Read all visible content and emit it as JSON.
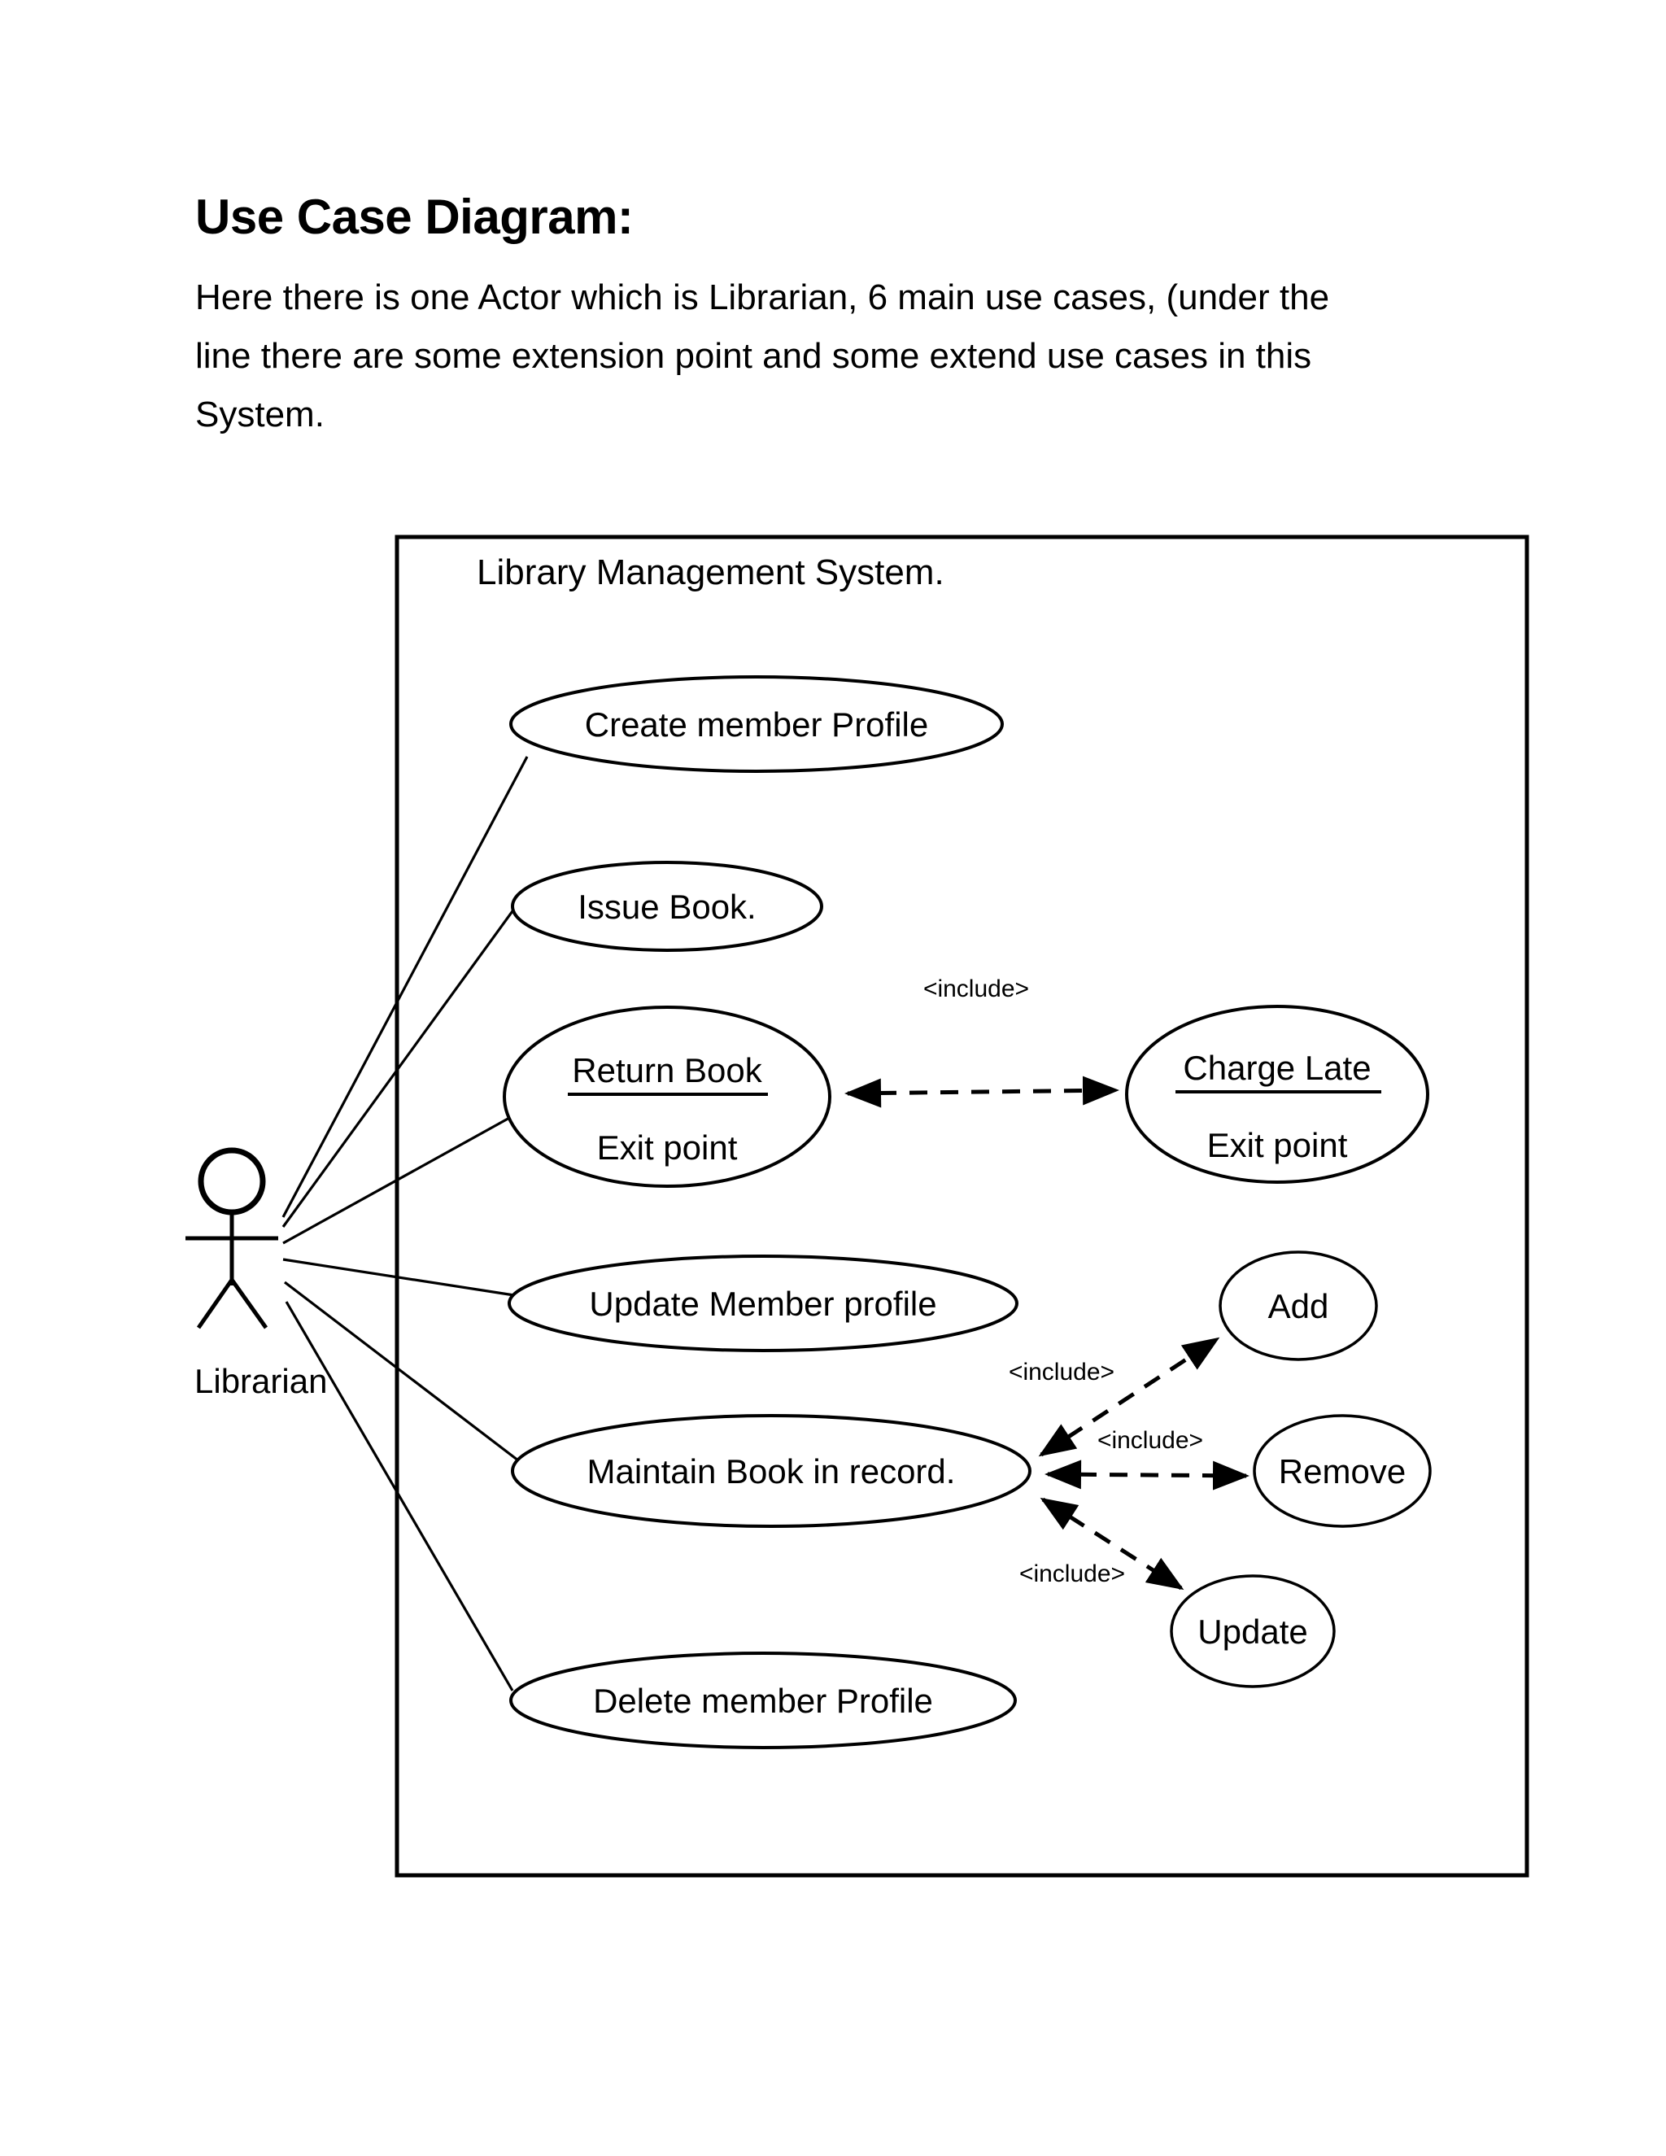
{
  "document": {
    "title": "Use Case Diagram:",
    "description_lines": [
      "Here there is one Actor which is Librarian, 6 main use cases, (under the",
      "line there are some extension point and some extend use cases in this",
      "System."
    ]
  },
  "diagram": {
    "type": "uml-use-case",
    "system_boundary_label": "Library Management System.",
    "actors": [
      {
        "id": "librarian",
        "label": "Librarian"
      }
    ],
    "use_cases": [
      {
        "id": "create-member-profile",
        "label": "Create member Profile",
        "kind": "main"
      },
      {
        "id": "issue-book",
        "label": "Issue Book.",
        "kind": "main"
      },
      {
        "id": "return-book",
        "label": "Return Book",
        "extension_point": "Exit point",
        "kind": "main"
      },
      {
        "id": "charge-late",
        "label": "Charge Late",
        "extension_point": "Exit point",
        "kind": "extend"
      },
      {
        "id": "update-member-profile",
        "label": "Update Member profile",
        "kind": "main"
      },
      {
        "id": "maintain-book-in-record",
        "label": "Maintain Book in record.",
        "kind": "main"
      },
      {
        "id": "delete-member-profile",
        "label": "Delete member Profile",
        "kind": "main"
      },
      {
        "id": "add",
        "label": "Add",
        "kind": "extend"
      },
      {
        "id": "remove",
        "label": "Remove",
        "kind": "extend"
      },
      {
        "id": "update",
        "label": "Update",
        "kind": "extend"
      }
    ],
    "relationships": [
      {
        "id": "rel-return-charge",
        "from": "return-book",
        "to": "charge-late",
        "label": "<include>",
        "style": "dashed",
        "arrows": "both"
      },
      {
        "id": "rel-maintain-add",
        "from": "maintain-book-in-record",
        "to": "add",
        "label": "<include>",
        "style": "dashed",
        "arrows": "both"
      },
      {
        "id": "rel-maintain-remove",
        "from": "maintain-book-in-record",
        "to": "remove",
        "label": "<include>",
        "style": "dashed",
        "arrows": "both"
      },
      {
        "id": "rel-maintain-update",
        "from": "maintain-book-in-record",
        "to": "update",
        "label": "<include>",
        "style": "dashed",
        "arrows": "both"
      }
    ],
    "associations": [
      {
        "from": "librarian",
        "to": "create-member-profile"
      },
      {
        "from": "librarian",
        "to": "issue-book"
      },
      {
        "from": "librarian",
        "to": "return-book"
      },
      {
        "from": "librarian",
        "to": "update-member-profile"
      },
      {
        "from": "librarian",
        "to": "maintain-book-in-record"
      },
      {
        "from": "librarian",
        "to": "delete-member-profile"
      }
    ],
    "colors": {
      "stroke": "#000000",
      "fill": "#ffffff",
      "background": "#ffffff"
    }
  }
}
